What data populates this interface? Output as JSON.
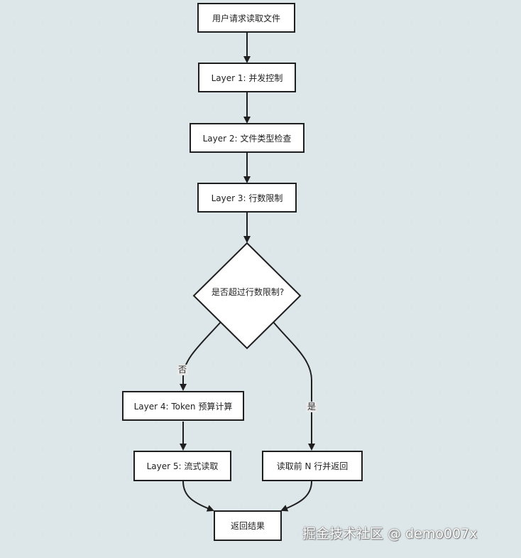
{
  "diagram": {
    "nodes": {
      "start": "用户请求读取文件",
      "layer1": "Layer 1: 并发控制",
      "layer2": "Layer 2: 文件类型检查",
      "layer3": "Layer 3: 行数限制",
      "decision": "是否超过行数限制?",
      "layer4": "Layer 4: Token 预算计算",
      "layer5": "Layer 5: 流式读取",
      "read_first_n": "读取前 N 行并返回",
      "result": "返回结果"
    },
    "edge_labels": {
      "no": "否",
      "yes": "是"
    },
    "colors": {
      "stroke": "#1f1f1f",
      "background": "#ffffff",
      "grid": "#d7e3e6",
      "label_bg": "#e8e8e8"
    }
  },
  "watermark": {
    "text": "掘金技术社区 @ demo007x"
  }
}
